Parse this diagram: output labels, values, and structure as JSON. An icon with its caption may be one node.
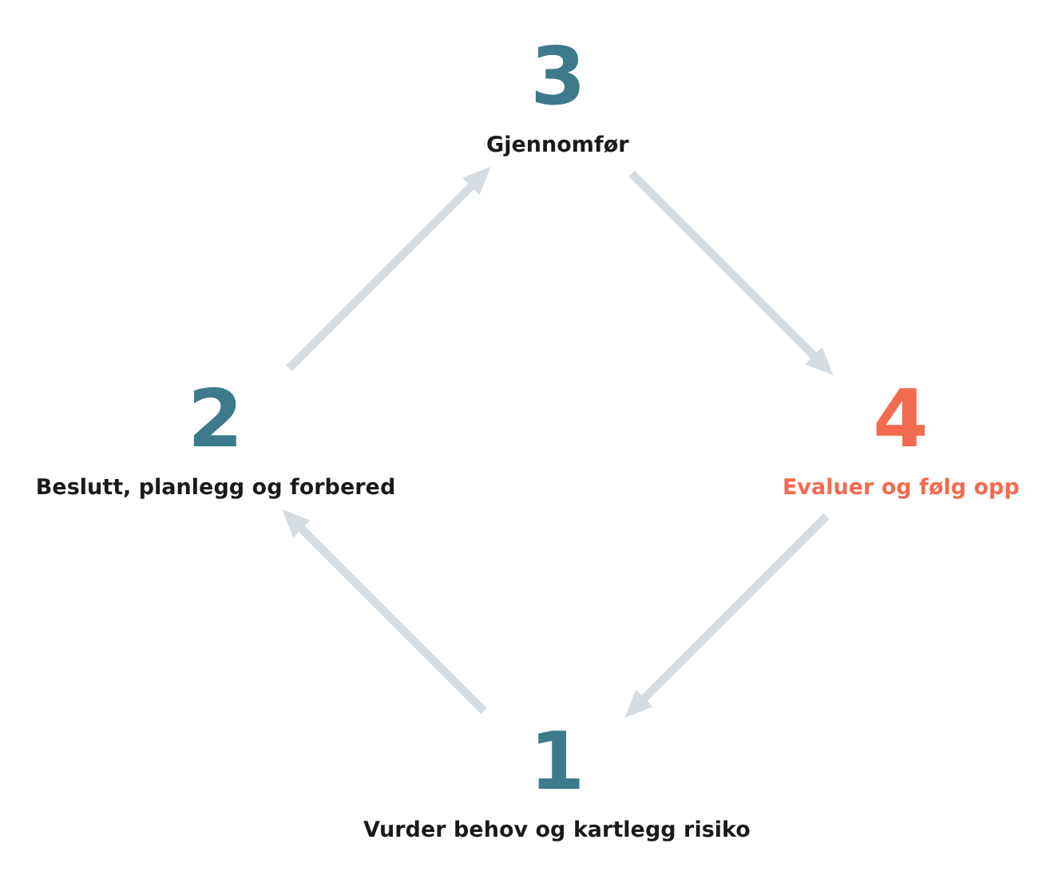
{
  "diagram": {
    "nodes": [
      {
        "text": [
          "1",
          "Vurder behov og kartlegg risiko"
        ]
      },
      {
        "text": [
          "2",
          "Beslutt, planlegg og forbered"
        ]
      },
      {
        "text": [
          "3",
          "Gjennomfør"
        ]
      },
      {
        "text": [
          "4",
          "Evaluer og følg opp"
        ]
      }
    ],
    "edges": [
      {
        "from": 0,
        "to": 1,
        "arrow": "to"
      },
      {
        "from": 1,
        "to": 2,
        "arrow": "to"
      },
      {
        "from": 2,
        "to": 3,
        "arrow": "to"
      },
      {
        "from": 3,
        "to": 0,
        "arrow": "to"
      }
    ]
  }
}
